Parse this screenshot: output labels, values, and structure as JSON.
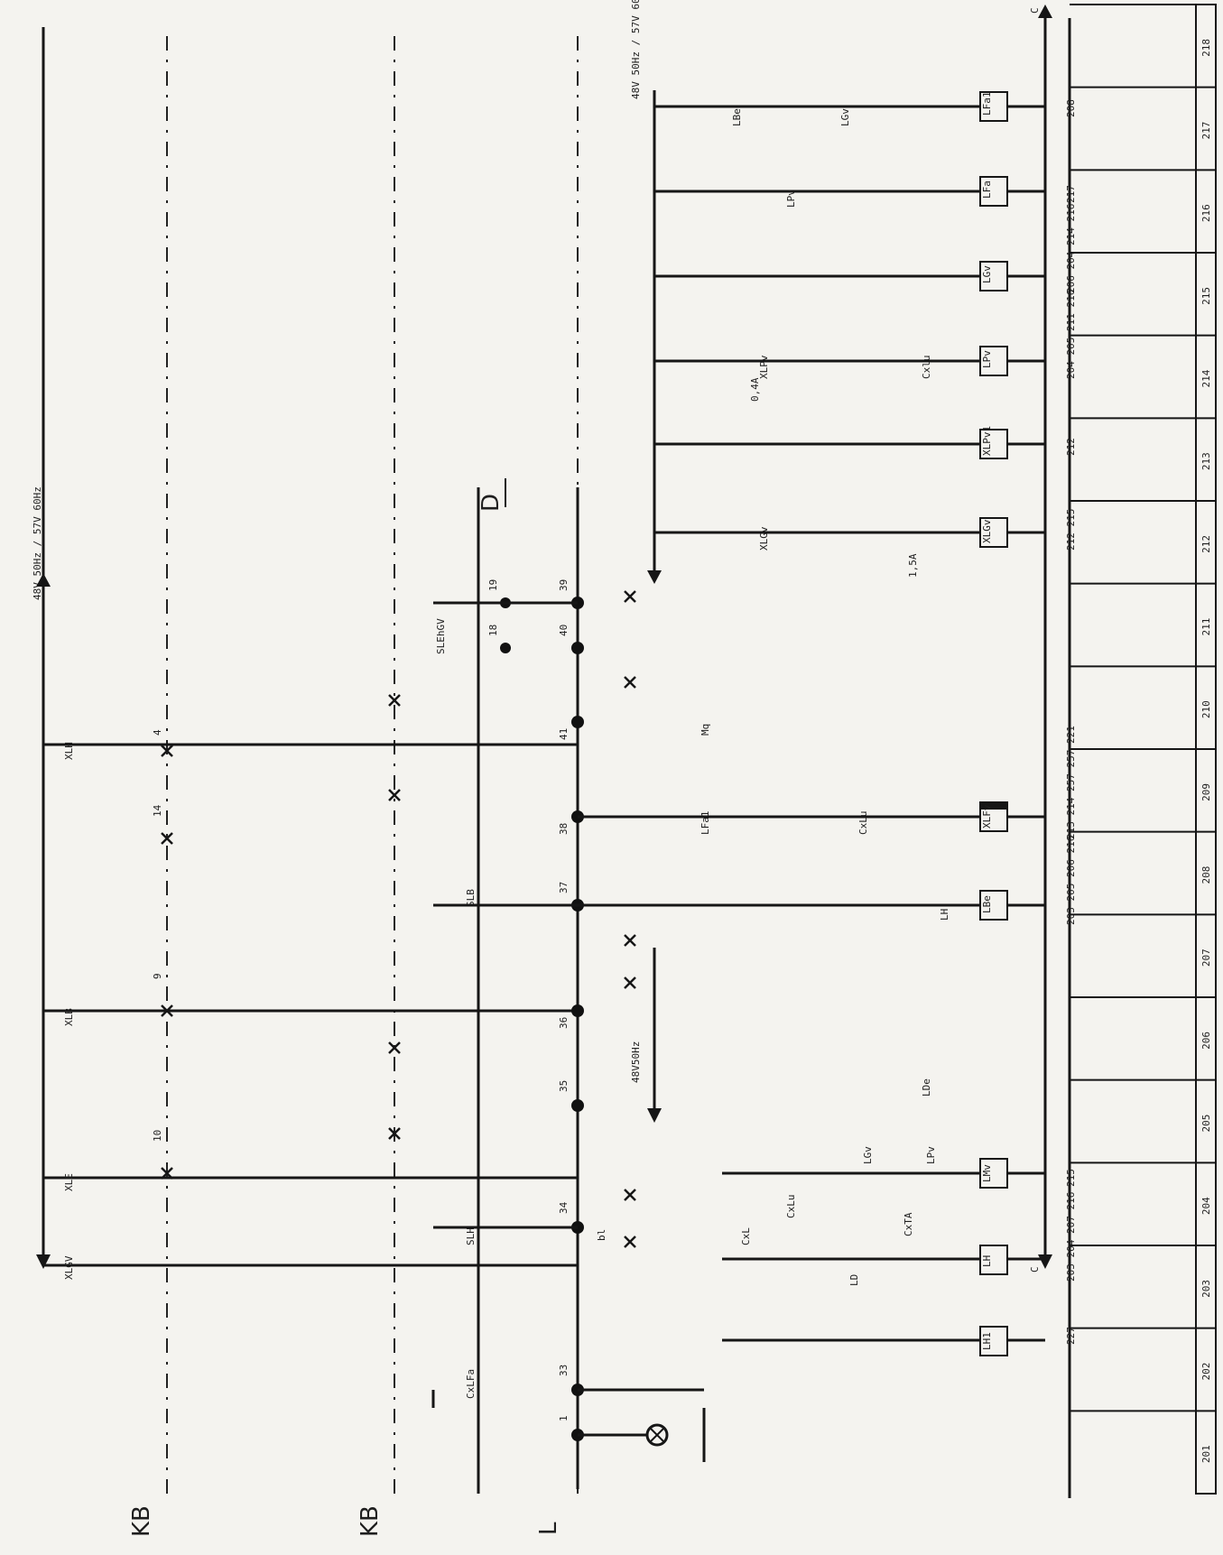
{
  "diagram": {
    "left_labels": {
      "kb_top": "KB",
      "kb_bottom": "KB",
      "l": "L",
      "d": "D"
    },
    "supply_labels": {
      "top_left": "48V 50Hz / 57V 60Hz",
      "top_right": "48V 50Hz / 57V 60Hz",
      "mid": "48V50Hz",
      "c_top": "C",
      "c_bottom": "C"
    },
    "switch_labels": [
      "XLH",
      "XLB",
      "XLE",
      "XLGV",
      "SLH",
      "SLB",
      "SLEhGV",
      "CxLFa",
      "bl"
    ],
    "terminal_numbers": [
      "1",
      "33",
      "34",
      "35",
      "36",
      "37",
      "38",
      "41",
      "40",
      "39",
      "10",
      "9",
      "14",
      "4",
      "18",
      "19"
    ],
    "coils": [
      "LH1",
      "LH",
      "LMv",
      "LBe",
      "XLFv",
      "XLGv",
      "XLPv1",
      "LPv",
      "LGv",
      "LFa",
      "LFa1"
    ],
    "contact_labels": [
      "CxL",
      "CxLu",
      "LD",
      "CxTA",
      "LH",
      "LGv",
      "LPv",
      "LDe",
      "LFa1",
      "CxLu",
      "Mq",
      "XLPv",
      "XLGv",
      "Cxlu",
      "LBe",
      "LPv",
      "LGv"
    ],
    "small_values": [
      "0,4A",
      "1,5A"
    ],
    "cross_refs": {
      "c202": "227",
      "c203": "203 204 207 216",
      "c204": "215",
      "c207": "203 205 206 216",
      "c208": "213 214 257 257 221",
      "c212": "212 215",
      "c213": "212",
      "c214": "204 205 211 216",
      "c215": "206 204 214 216",
      "c216": "217",
      "c217": "208"
    },
    "column_numbers": [
      "201",
      "202",
      "203",
      "204",
      "205",
      "206",
      "207",
      "208",
      "209",
      "210",
      "211",
      "212",
      "213",
      "214",
      "215",
      "216",
      "217",
      "218"
    ]
  }
}
